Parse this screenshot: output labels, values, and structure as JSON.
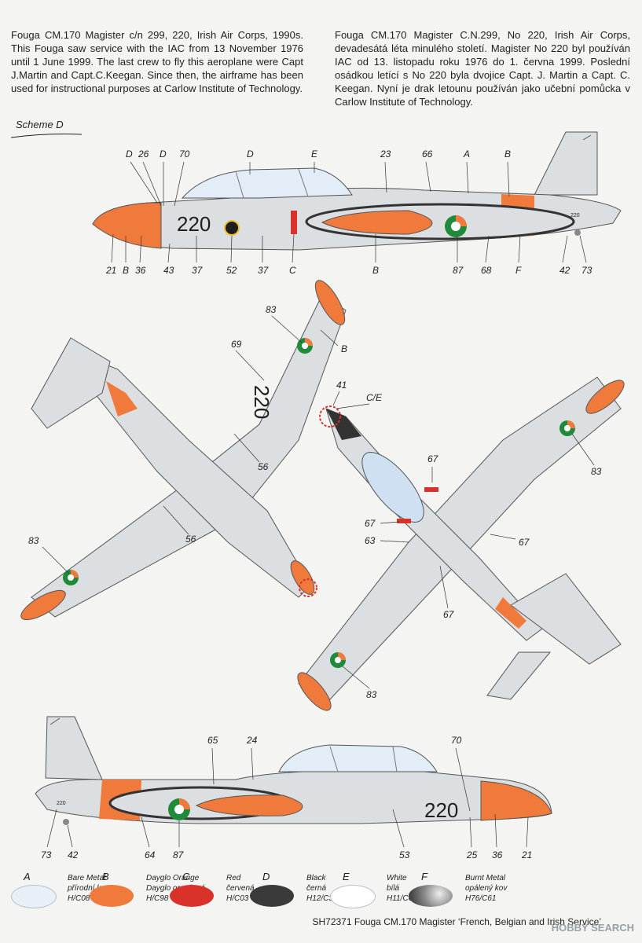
{
  "intro_en": "Fouga CM.170 Magister c/n 299, 220, Irish Air Corps, 1990s. This Fouga saw service with the IAC from 13 November 1976 until 1 June 1999. The last crew to fly this aeroplane were Capt J.Martin and Capt.C.Keegan. Since then, the airframe has been used for instructional purposes at Carlow Institute of Technology.",
  "intro_cz": "Fouga CM.170 Magister C.N.299, No 220, Irish Air Corps, devadesátá léta minulého století. Magister No 220 byl používán IAC od 13. listopadu roku 1976 do 1. června 1999. Poslední osádkou letící s No 220 byla dvojice Capt. J. Martin a Capt. C. Keegan. Nyní je drak letounu používán jako učební pomůcka v Carlow Institute of Technology.",
  "scheme_label": "Scheme D",
  "aircraft_code": "220",
  "colors": {
    "bare_metal": "#e8eff6",
    "dayglo_orange": "#f07a3c",
    "red": "#d8322a",
    "black": "#3a3a3a",
    "white": "#ffffff",
    "burnt_metal": "#8a8a8a",
    "airframe_grey": "#dcdfe1"
  },
  "side_view_top": {
    "callouts_top": [
      "D",
      "26",
      "D",
      "70",
      "D",
      "E",
      "23",
      "66",
      "A",
      "B"
    ],
    "callouts_bottom": [
      "21",
      "B",
      "36",
      "43",
      "37",
      "52",
      "37",
      "C",
      "B",
      "87",
      "68",
      "F",
      "42",
      "73"
    ]
  },
  "plan_left": {
    "callouts": [
      "83",
      "B",
      "69",
      "56",
      "56",
      "83"
    ]
  },
  "plan_right": {
    "callouts": [
      "41",
      "C/E",
      "83",
      "67",
      "67",
      "63",
      "67",
      "67",
      "83"
    ]
  },
  "side_view_bottom": {
    "callouts_top": [
      "65",
      "24",
      "70"
    ],
    "callouts_bottom": [
      "73",
      "42",
      "64",
      "87",
      "53",
      "25",
      "36",
      "21"
    ]
  },
  "legend": [
    {
      "letter": "A",
      "en": "Bare Metal",
      "cz": "přírodní kov",
      "code": "H/C08",
      "color": "#e8eff6"
    },
    {
      "letter": "B",
      "en": "Dayglo Orange",
      "cz": "Dayglo oranžová",
      "code": "H/C98",
      "color": "#f07a3c"
    },
    {
      "letter": "C",
      "en": "Red",
      "cz": "červená",
      "code": "H/C03",
      "color": "#d8322a"
    },
    {
      "letter": "D",
      "en": "Black",
      "cz": "černá",
      "code": "H12/C33",
      "color": "#3a3a3a"
    },
    {
      "letter": "E",
      "en": "White",
      "cz": "bílá",
      "code": "H11/C62",
      "color": "#ffffff"
    },
    {
      "letter": "F",
      "en": "Burnt Metal",
      "cz": "opálený kov",
      "code": "H76/C61",
      "color": "#8a8a8a"
    }
  ],
  "footer": "SH72371 Fouga CM.170 Magister ‘French, Belgian and Irish Service’",
  "watermark": "HOBBY SEARCH"
}
